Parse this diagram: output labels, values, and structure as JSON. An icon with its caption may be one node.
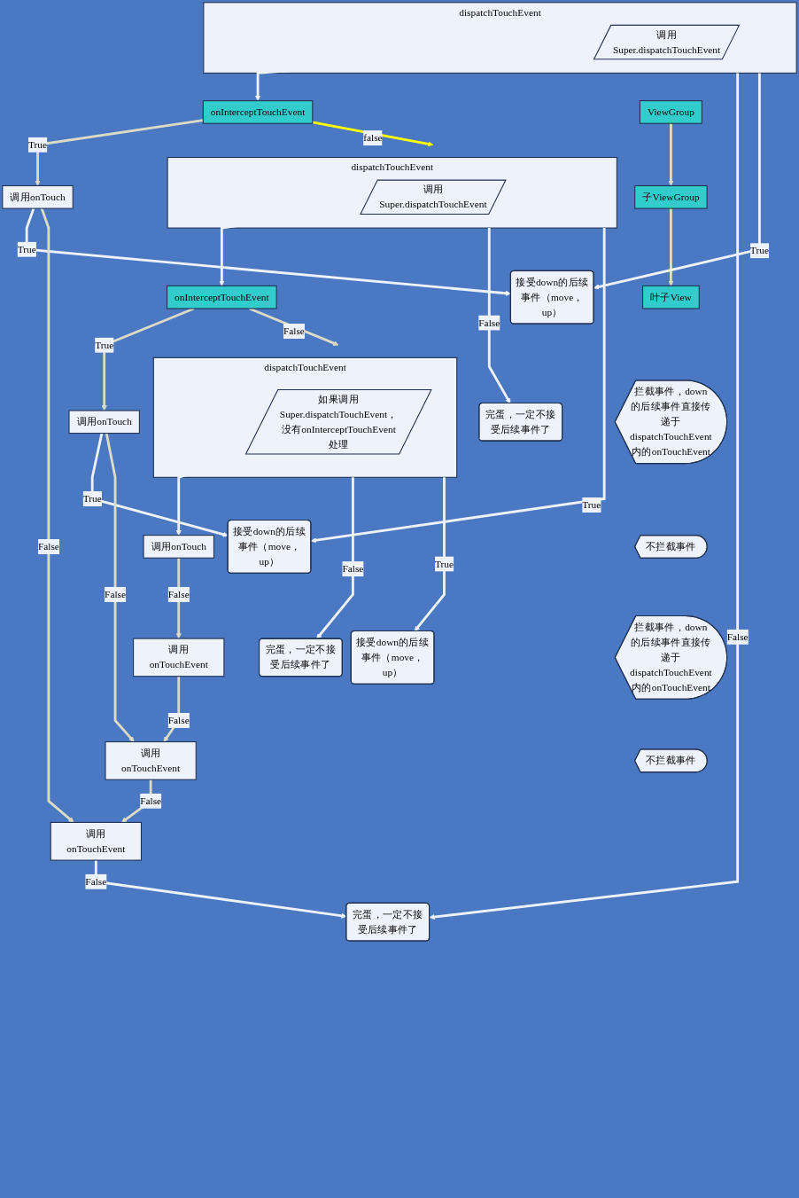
{
  "diagram": {
    "nodes": [
      {
        "text": [
          "dispatchTouchEvent"
        ]
      },
      {
        "text": [
          "调用Super.dispatchTouchEvent"
        ],
        "in": 0
      },
      {
        "text": [
          "完蛋，一定不接受后续事件了"
        ]
      },
      {
        "text": [
          "接受down的后续事件（move，up）"
        ]
      },
      {
        "text": [
          "调用onTouch"
        ]
      },
      {
        "text": [
          "调用onTouchEvent"
        ]
      },
      {
        "text": [
          "拦截事件，down的后续事件直接传递于dispatchTouchEvent内的onTouchEvent"
        ]
      },
      {
        "text": [
          "ViewGroup"
        ]
      },
      {
        "text": [
          "onInterceptTouchEvent"
        ]
      },
      {
        "text": [
          "不拦截事件"
        ]
      },
      {
        "text": [
          "dispatchTouchEvent"
        ]
      },
      {
        "text": [
          "调用Super.dispatchTouchEvent"
        ],
        "in": 10
      },
      {
        "text": [
          "完蛋，一定不接受后续事件了"
        ]
      },
      {
        "text": [
          "接受down的后续事件（move，up）"
        ]
      },
      {
        "text": [
          "调用onTouch"
        ]
      },
      {
        "text": [
          "调用onTouchEvent"
        ]
      },
      {
        "text": [
          "子ViewGroup"
        ]
      },
      {
        "text": [
          "拦截事件，down的后续事件直接传递于dispatchTouchEvent内的onTouchEvent"
        ]
      },
      {
        "text": [
          "onInterceptTouchEvent"
        ]
      },
      {
        "text": [
          "不拦截事件"
        ]
      },
      {
        "text": [
          "dispatchTouchEvent"
        ]
      },
      {
        "text": [
          "如果调用Super.dispatchTouchEvent，没有onInterceptTouchEvent处理"
        ],
        "in": 20
      },
      {
        "text": [
          "完蛋，一定不接受后续事件了"
        ]
      },
      {
        "text": [
          "接受down的后续事件（move，up）"
        ]
      },
      {
        "text": [
          "叶子View"
        ]
      },
      {
        "text": [
          "调用onTouch"
        ]
      },
      {
        "text": [
          "调用onTouchEvent"
        ]
      }
    ],
    "edges": [
      {
        "from": 0,
        "to": 2,
        "arrow": "to",
        "label": "False"
      },
      {
        "from": 0,
        "to": 3,
        "arrow": "to",
        "label": "True"
      },
      {
        "from": 1,
        "to": 8,
        "arrow": "to"
      },
      {
        "from": 8,
        "to": 4,
        "arrow": "to",
        "label": "True",
        "color": "#dcdcc6"
      },
      {
        "from": 4,
        "to": 3,
        "arrow": "to",
        "label": "True"
      },
      {
        "from": 4,
        "to": 5,
        "arrow": "to",
        "label": "False",
        "color": "#dcdcc6"
      },
      {
        "from": 5,
        "to": 2,
        "arrow": "to",
        "label": "False"
      },
      {
        "from": 8,
        "to": 10,
        "arrow": "to",
        "label": "false",
        "color": "#ffff00"
      },
      {
        "from": 7,
        "to": 16,
        "arrow": "to",
        "color": "#dcdcc6"
      },
      {
        "from": 10,
        "to": 12,
        "arrow": "to",
        "label": "False"
      },
      {
        "from": 10,
        "to": 13,
        "arrow": "to",
        "label": "True"
      },
      {
        "from": 11,
        "to": 18,
        "arrow": "to"
      },
      {
        "from": 18,
        "to": 14,
        "arrow": "to",
        "label": "True",
        "color": "#dcdcc6"
      },
      {
        "from": 14,
        "to": 13,
        "arrow": "to",
        "label": "True"
      },
      {
        "from": 14,
        "to": 15,
        "arrow": "to",
        "label": "False",
        "color": "#dcdcc6"
      },
      {
        "from": 15,
        "to": 5,
        "arrow": "to",
        "label": "False",
        "color": "#dcdcc6"
      },
      {
        "from": 18,
        "to": 20,
        "arrow": "to",
        "label": "False",
        "color": "#dcdcc6"
      },
      {
        "from": 16,
        "to": 24,
        "arrow": "to",
        "color": "#dcdcc6"
      },
      {
        "from": 20,
        "to": 22,
        "arrow": "to",
        "label": "False"
      },
      {
        "from": 20,
        "to": 23,
        "arrow": "to",
        "label": "True"
      },
      {
        "from": 21,
        "to": 25,
        "arrow": "to"
      },
      {
        "from": 25,
        "to": 26,
        "arrow": "to",
        "label": "False",
        "color": "#dcdcc6"
      },
      {
        "from": 26,
        "to": 15,
        "arrow": "to",
        "label": "False",
        "color": "#dcdcc6"
      }
    ]
  }
}
